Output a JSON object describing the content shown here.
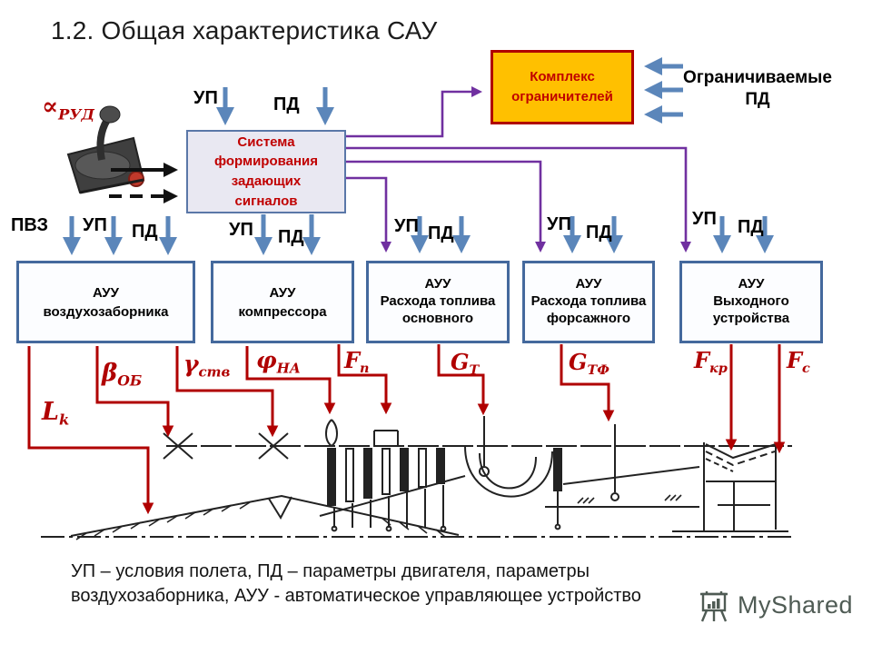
{
  "title": "1.2. Общая характеристика САУ",
  "labels": {
    "up": "УП",
    "pd": "ПД",
    "pvz": "ПВЗ"
  },
  "limited": {
    "line1": "Ограничиваемые",
    "line2": "ПД"
  },
  "limiter_box": {
    "line1": "Комплекс",
    "line2": "ограничителей"
  },
  "signal_box": {
    "line1": "Система",
    "line2": "формирования",
    "line3": "задающих",
    "line4": "сигналов"
  },
  "alpha": {
    "symbol": "∝",
    "sub": "РУД"
  },
  "auu_boxes": [
    {
      "line1": "АУУ",
      "line2": "воздухозаборника"
    },
    {
      "line1": "АУУ",
      "line2": "компрессора"
    },
    {
      "line1": "АУУ",
      "line2": "Расхода топлива",
      "line3": "основного"
    },
    {
      "line1": "АУУ",
      "line2": "Расхода топлива",
      "line3": "форсажного"
    },
    {
      "line1": "АУУ",
      "line2": "Выходного",
      "line3": "устройства"
    }
  ],
  "outputs": [
    {
      "symbol": "L",
      "sub": "k"
    },
    {
      "symbol": "β",
      "sub": "ОБ"
    },
    {
      "symbol": "γ",
      "sub": "ств"
    },
    {
      "symbol": "φ",
      "sub": "НА"
    },
    {
      "symbol": "F",
      "sub": "n"
    },
    {
      "symbol": "G",
      "sub": "Т"
    },
    {
      "symbol": "G",
      "sub": "ТФ"
    },
    {
      "symbol": "F",
      "sub": "кр"
    },
    {
      "symbol": "F",
      "sub": "с"
    }
  ],
  "caption": {
    "line1": "УП – условия полета, ПД – параметры двигателя, параметры",
    "line2": "воздухозаборника, АУУ - автоматическое управляющее устройство"
  },
  "watermark": "MyShared",
  "colors": {
    "arrow_blue": "#5b86ba",
    "line_purple": "#7030a0",
    "line_dark_red": "#b00000",
    "box_border_blue": "#44699d",
    "limiter_fill": "#ffc000"
  }
}
